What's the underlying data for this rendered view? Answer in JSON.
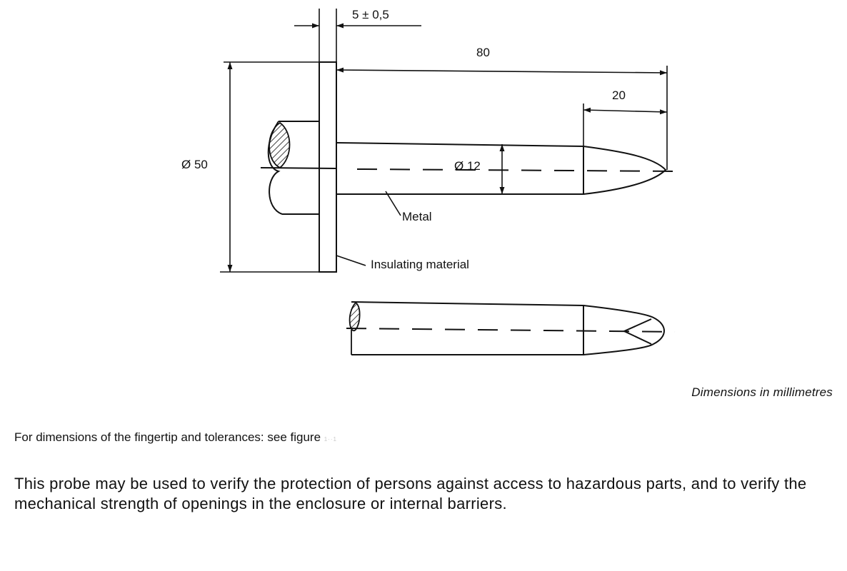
{
  "drawing": {
    "dim_flange_thickness": "5 ± 0,5",
    "dim_overall_length": "80",
    "dim_tip_length": "20",
    "dim_flange_diameter": "Ø 50",
    "dim_rod_diameter": "Ø 12",
    "label_metal": "Metal",
    "label_insulating": "Insulating material"
  },
  "units_note": "Dimensions in millimetres",
  "fingertip_note": "For dimensions of the fingertip and tolerances: see figure",
  "fingertip_ref": "1··1",
  "description": "This probe may be used to verify the protection of persons against access to hazardous parts, and to verify the mechanical strength of openings in the enclosure or internal barriers."
}
